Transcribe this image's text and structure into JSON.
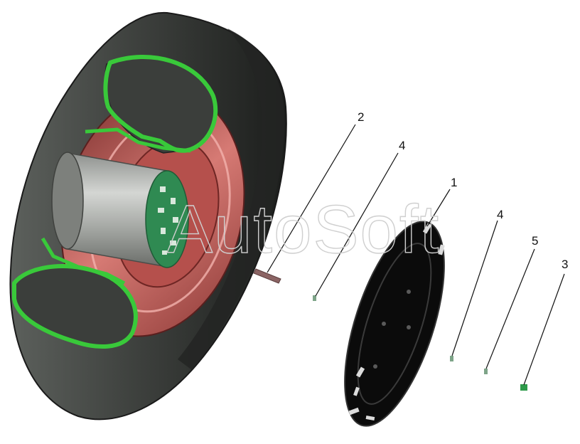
{
  "callouts": [
    {
      "id": "c1",
      "label": "1"
    },
    {
      "id": "c2",
      "label": "2"
    },
    {
      "id": "c4a",
      "label": "4"
    },
    {
      "id": "c4b",
      "label": "4"
    },
    {
      "id": "c5",
      "label": "5"
    },
    {
      "id": "c3",
      "label": "3"
    }
  ],
  "watermark": {
    "text": "AutoSoft"
  },
  "colors": {
    "tire": "#4a4d4a",
    "tire_dark": "#202220",
    "tube_outline": "#39c93a",
    "rim": "#c76a66",
    "hub": "#b9bcb8",
    "disc": "#0b0b0b",
    "bolt": "#7da488",
    "valve": "#8b6464"
  }
}
